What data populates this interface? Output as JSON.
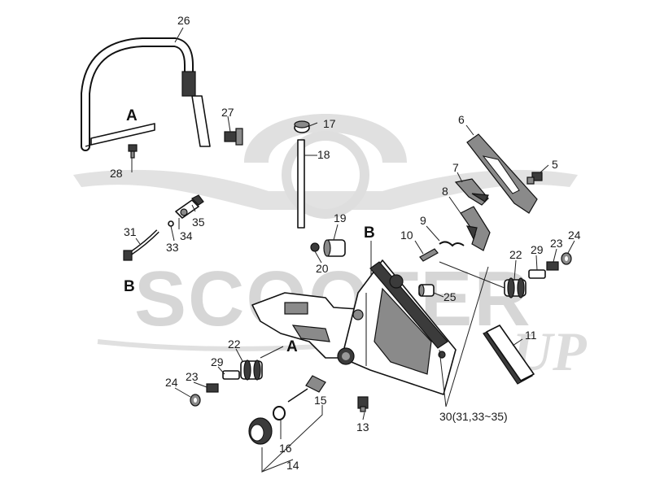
{
  "watermark": {
    "brand": "SCOOTER",
    "suffix": "UP"
  },
  "callouts": {
    "p26": "26",
    "p27": "27",
    "p28": "28",
    "pA1": "A",
    "p17": "17",
    "p18": "18",
    "p19": "19",
    "p20": "20",
    "p35": "35",
    "p34": "34",
    "p33": "33",
    "p31": "31",
    "pB1": "B",
    "pB2": "B",
    "p6": "6",
    "p7": "7",
    "p8": "8",
    "p5": "5",
    "p9": "9",
    "p10": "10",
    "p25": "25",
    "p22a": "22",
    "p29a": "29",
    "p23a": "23",
    "p24a": "24",
    "p11": "11",
    "pA2": "A",
    "p22b": "22",
    "p29b": "29",
    "p23b": "23",
    "p24b": "24",
    "p15": "15",
    "p16": "16",
    "p14": "14",
    "p13": "13",
    "p30": "30(31,33~35)"
  }
}
